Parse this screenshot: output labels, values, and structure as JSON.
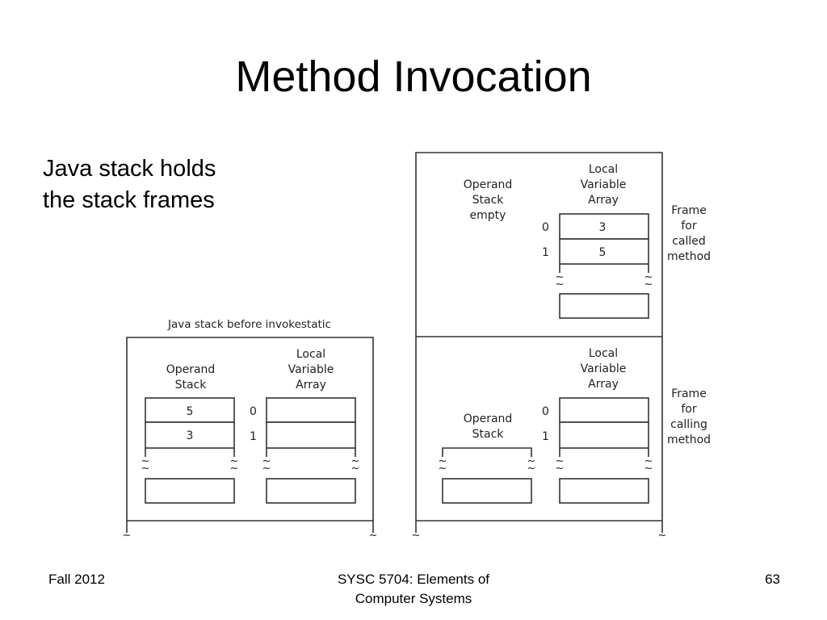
{
  "slide": {
    "title": "Method Invocation",
    "bullet_lines": [
      "Java stack holds",
      "the stack frames"
    ]
  },
  "diagram": {
    "before_caption": "Java stack before invokestatic",
    "operand_stack_label": [
      "Operand",
      "Stack"
    ],
    "operand_stack_empty_label": [
      "Operand",
      "Stack",
      "empty"
    ],
    "local_variable_array_label": [
      "Local",
      "Variable",
      "Array"
    ],
    "index_labels": [
      "0",
      "1"
    ],
    "before_operand_values": [
      "5",
      "3"
    ],
    "called_local_values": [
      "3",
      "5"
    ],
    "calling_local_values": [
      "",
      ""
    ],
    "frame_called_label": [
      "Frame",
      "for",
      "called",
      "method"
    ],
    "frame_calling_label": [
      "Frame",
      "for",
      "calling",
      "method"
    ],
    "break_symbol": "~"
  },
  "footer": {
    "left": "Fall 2012",
    "center_lines": [
      "SYSC 5704: Elements of",
      "Computer Systems"
    ],
    "right": "63"
  }
}
